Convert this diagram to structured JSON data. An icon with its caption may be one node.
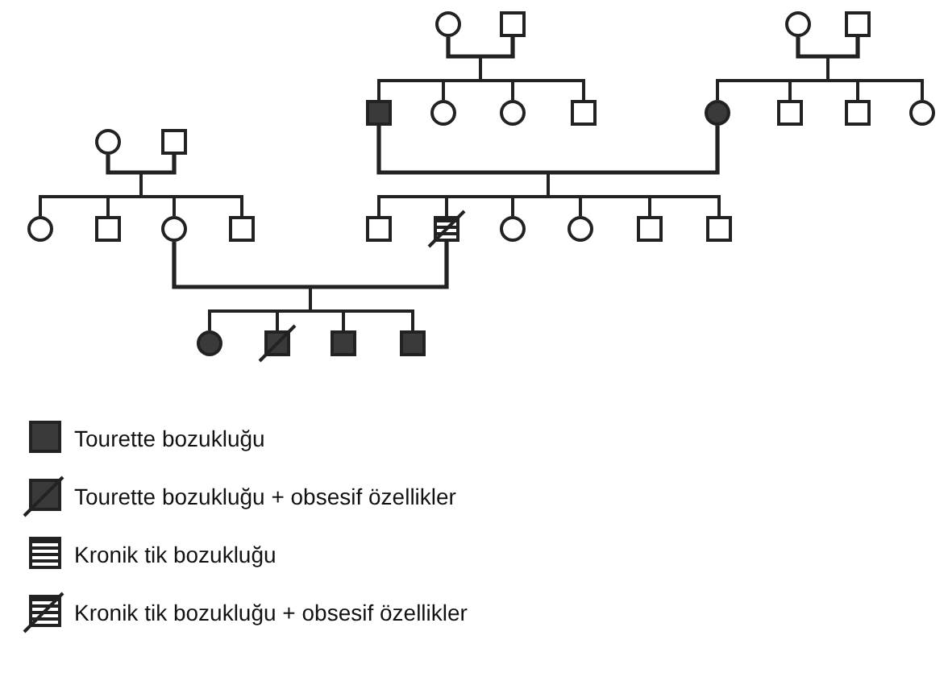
{
  "diagram": {
    "nodes": [
      {
        "text": [],
        "shape": "circle"
      },
      {
        "text": [],
        "shape": "square"
      },
      {
        "text": [],
        "shape": "circle"
      },
      {
        "text": [],
        "shape": "square"
      },
      {
        "text": [],
        "shape": "square"
      },
      {
        "text": [],
        "shape": "circle"
      },
      {
        "text": [],
        "shape": "circle"
      },
      {
        "text": [],
        "shape": "square"
      },
      {
        "text": [],
        "shape": "circle"
      },
      {
        "text": [],
        "shape": "square"
      },
      {
        "text": [],
        "shape": "square"
      },
      {
        "text": [],
        "shape": "circle"
      },
      {
        "text": [],
        "shape": "circle"
      },
      {
        "text": [],
        "shape": "square"
      },
      {
        "text": [],
        "shape": "circle"
      },
      {
        "text": [],
        "shape": "square"
      },
      {
        "text": [],
        "shape": "circle"
      },
      {
        "text": [],
        "shape": "square"
      },
      {
        "text": [],
        "shape": "square"
      },
      {
        "text": [],
        "shape": "square"
      },
      {
        "text": [],
        "shape": "circle"
      },
      {
        "text": [],
        "shape": "circle"
      },
      {
        "text": [],
        "shape": "square"
      },
      {
        "text": [],
        "shape": "square"
      },
      {
        "text": [],
        "shape": "circle"
      },
      {
        "text": [],
        "shape": "square"
      },
      {
        "text": [],
        "shape": "square"
      },
      {
        "text": [],
        "shape": "square"
      }
    ],
    "edges": [
      {
        "from": 0,
        "to": 1,
        "arrow": "none"
      },
      {
        "from": 0,
        "to": 4,
        "arrow": "none"
      },
      {
        "from": 0,
        "to": 5,
        "arrow": "none"
      },
      {
        "from": 0,
        "to": 6,
        "arrow": "none"
      },
      {
        "from": 0,
        "to": 7,
        "arrow": "none"
      },
      {
        "from": 1,
        "to": 4,
        "arrow": "none"
      },
      {
        "from": 1,
        "to": 5,
        "arrow": "none"
      },
      {
        "from": 1,
        "to": 6,
        "arrow": "none"
      },
      {
        "from": 1,
        "to": 7,
        "arrow": "none"
      },
      {
        "from": 2,
        "to": 3,
        "arrow": "none"
      },
      {
        "from": 2,
        "to": 8,
        "arrow": "none"
      },
      {
        "from": 2,
        "to": 9,
        "arrow": "none"
      },
      {
        "from": 2,
        "to": 10,
        "arrow": "none"
      },
      {
        "from": 2,
        "to": 11,
        "arrow": "none"
      },
      {
        "from": 3,
        "to": 8,
        "arrow": "none"
      },
      {
        "from": 3,
        "to": 9,
        "arrow": "none"
      },
      {
        "from": 3,
        "to": 10,
        "arrow": "none"
      },
      {
        "from": 3,
        "to": 11,
        "arrow": "none"
      },
      {
        "from": 12,
        "to": 13,
        "arrow": "none"
      },
      {
        "from": 12,
        "to": 14,
        "arrow": "none"
      },
      {
        "from": 12,
        "to": 15,
        "arrow": "none"
      },
      {
        "from": 12,
        "to": 16,
        "arrow": "none"
      },
      {
        "from": 12,
        "to": 17,
        "arrow": "none"
      },
      {
        "from": 13,
        "to": 14,
        "arrow": "none"
      },
      {
        "from": 13,
        "to": 15,
        "arrow": "none"
      },
      {
        "from": 13,
        "to": 16,
        "arrow": "none"
      },
      {
        "from": 13,
        "to": 17,
        "arrow": "none"
      },
      {
        "from": 4,
        "to": 8,
        "arrow": "none"
      },
      {
        "from": 4,
        "to": 18,
        "arrow": "none"
      },
      {
        "from": 4,
        "to": 19,
        "arrow": "none"
      },
      {
        "from": 4,
        "to": 20,
        "arrow": "none"
      },
      {
        "from": 4,
        "to": 21,
        "arrow": "none"
      },
      {
        "from": 4,
        "to": 22,
        "arrow": "none"
      },
      {
        "from": 4,
        "to": 23,
        "arrow": "none"
      },
      {
        "from": 8,
        "to": 18,
        "arrow": "none"
      },
      {
        "from": 8,
        "to": 19,
        "arrow": "none"
      },
      {
        "from": 8,
        "to": 20,
        "arrow": "none"
      },
      {
        "from": 8,
        "to": 21,
        "arrow": "none"
      },
      {
        "from": 8,
        "to": 22,
        "arrow": "none"
      },
      {
        "from": 8,
        "to": 23,
        "arrow": "none"
      },
      {
        "from": 16,
        "to": 19,
        "arrow": "none"
      },
      {
        "from": 16,
        "to": 24,
        "arrow": "none"
      },
      {
        "from": 16,
        "to": 25,
        "arrow": "none"
      },
      {
        "from": 16,
        "to": 26,
        "arrow": "none"
      },
      {
        "from": 16,
        "to": 27,
        "arrow": "none"
      },
      {
        "from": 19,
        "to": 24,
        "arrow": "none"
      },
      {
        "from": 19,
        "to": 25,
        "arrow": "none"
      },
      {
        "from": 19,
        "to": 26,
        "arrow": "none"
      },
      {
        "from": 19,
        "to": 27,
        "arrow": "none"
      }
    ],
    "legend": [
      {
        "text": "Tourette bozukluğu"
      },
      {
        "text": "Tourette bozukluğu + obsesif özellikler"
      },
      {
        "text": "Kronik tik bozukluğu"
      },
      {
        "text": "Kronik tik bozukluğu + obsesif özellikler"
      }
    ]
  }
}
